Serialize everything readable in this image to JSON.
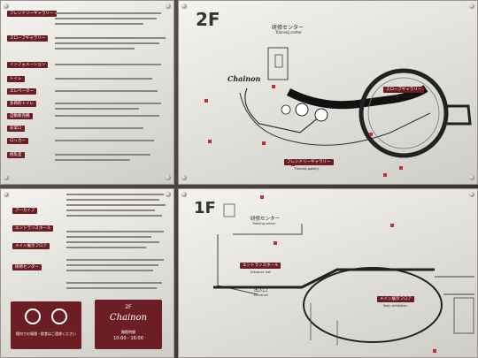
{
  "floor_2f": {
    "number": "2F",
    "training_center": "研修センター",
    "training_center_en": "Training center",
    "slope_gallery": "スロープギャラリー",
    "slope_gallery_en": "Slope gallery",
    "friendly_gallery": "フレンドリーギャラリー",
    "friendly_gallery_en": "Friendly gallery",
    "logo": "Chainon"
  },
  "floor_1f": {
    "number": "1F",
    "training_center": "研修センター",
    "training_center_en": "Training center",
    "entrance_hall": "エントランスホール",
    "entrance_hall_en": "Entrance hall",
    "entrance": "出入口",
    "entrance_en": "Entrance",
    "main_exhibition": "メイン展示フロア",
    "main_exhibition_en": "Main exhibition"
  },
  "left_panel": {
    "top_tags": [
      "フレンドリーギャラリー",
      "スロープギャラリー"
    ],
    "legend_tags": [
      "インフォメーション",
      "トイレ",
      "エレベーター",
      "多目的トイレ",
      "自動販売機",
      "非常口",
      "ロッカー",
      "授乳室"
    ],
    "lower_tags": [
      "アーカイブ",
      "エントランスホール",
      "メイン展示フロア",
      "研修センター"
    ]
  },
  "bottom_signs": {
    "no_smoking": "館内での喫煙・飲食はご遠慮ください",
    "brand_floor": "2F",
    "brand": "Chainon",
    "hours_label": "開館時間",
    "hours": "10:00 - 16:00"
  }
}
